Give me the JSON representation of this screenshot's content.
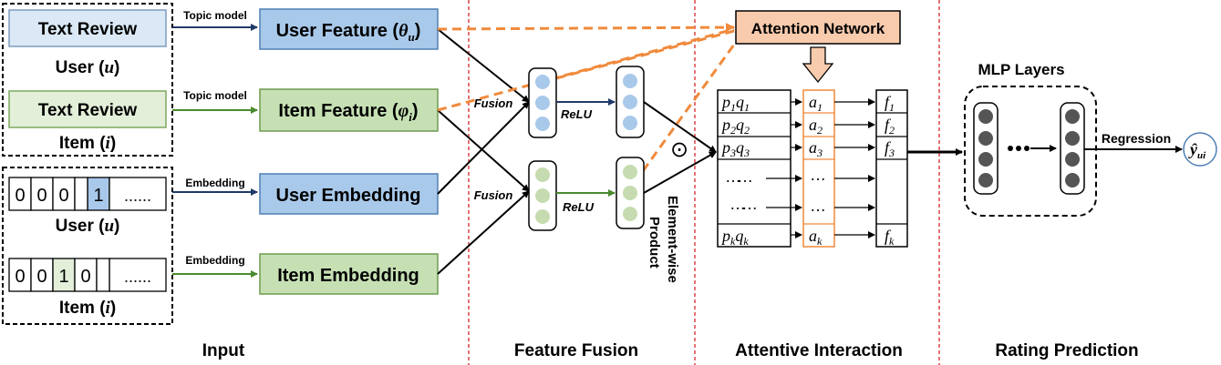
{
  "colors": {
    "user_blue_fill": "#dbe9f6",
    "user_feature_fill": "#a9c9ea",
    "item_green_fill": "#e3efd9",
    "item_feature_fill": "#c6e0b4",
    "attention_fill": "#f8cbad",
    "orange_dash": "#f08a3c",
    "blue_arrow": "#1f3a68",
    "green_arrow": "#4a8a2e",
    "red_divider": "#d9262b",
    "node_blue": "#a9c9ea",
    "node_green": "#c6dcb0",
    "node_gray": "#555555"
  },
  "input": {
    "user_text_review": "Text Review",
    "user_label": "User",
    "user_var": "u",
    "item_text_review": "Text Review",
    "item_label": "Item",
    "item_var": "i",
    "user_onehot": [
      "0",
      "0",
      "0",
      "1",
      "......"
    ],
    "item_onehot": [
      "0",
      "0",
      "1",
      "0",
      "......"
    ],
    "user_label2": "User",
    "item_label2": "Item"
  },
  "edges": {
    "topic_model_user": "Topic model",
    "topic_model_item": "Topic model",
    "embedding_user": "Embedding",
    "embedding_item": "Embedding"
  },
  "features": {
    "user_feature": "User Feature",
    "user_feature_sym": "θ",
    "user_feature_sub": "u",
    "item_feature": "Item Feature",
    "item_feature_sym": "φ",
    "item_feature_sub": "i",
    "user_embedding": "User Embedding",
    "item_embedding": "Item Embedding"
  },
  "fusion": {
    "fusion_top": "Fusion",
    "fusion_bottom": "Fusion",
    "relu_top": "ReLU",
    "relu_bottom": "ReLU",
    "elementwise_line1": "Element-wise",
    "elementwise_line2": "Product",
    "odot": "⊙"
  },
  "attention": {
    "network_label": "Attention Network",
    "pq_rows": [
      {
        "p": "p",
        "ps": "1",
        "q": "q",
        "qs": "1"
      },
      {
        "p": "p",
        "ps": "2",
        "q": "q",
        "qs": "2"
      },
      {
        "p": "p",
        "ps": "3",
        "q": "q",
        "qs": "3"
      }
    ],
    "pq_last": {
      "p": "p",
      "ps": "k",
      "q": "q",
      "qs": "k"
    },
    "a_rows": [
      "1",
      "2",
      "3"
    ],
    "a_last": "k",
    "a_sym": "a",
    "f_rows": [
      "1",
      "2",
      "3"
    ],
    "f_last": "k",
    "f_sym": "f",
    "dots": "…"
  },
  "prediction": {
    "mlp_label": "MLP Layers",
    "regression": "Regression",
    "y_sym": "ŷ",
    "y_sub": "ui"
  },
  "sections": {
    "input": "Input",
    "feature_fusion": "Feature Fusion",
    "attentive_interaction": "Attentive Interaction",
    "rating_prediction": "Rating Prediction"
  }
}
